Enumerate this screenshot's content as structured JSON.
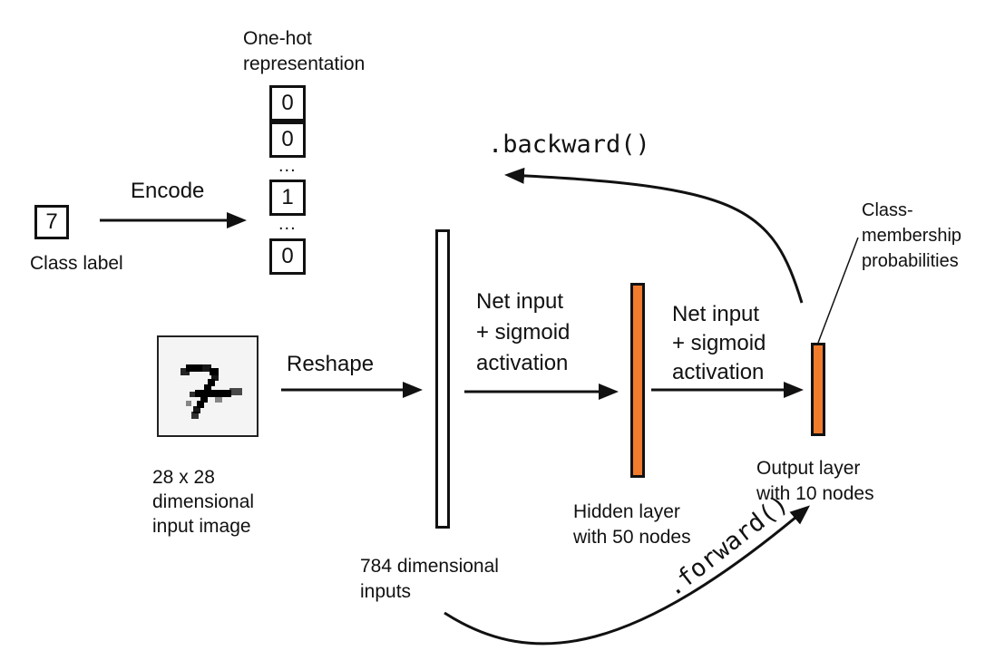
{
  "one_hot": {
    "title_line1": "One-hot",
    "title_line2": "representation",
    "cells": [
      "0",
      "0",
      "1",
      "0"
    ],
    "ellipsis": "..."
  },
  "class_label": {
    "value": "7",
    "caption": "Class label"
  },
  "encode_label": "Encode",
  "reshape_label": "Reshape",
  "input_image": {
    "caption_line1": "28 x 28",
    "caption_line2": "dimensional",
    "caption_line3": "input image"
  },
  "input_layer": {
    "caption_line1": "784 dimensional",
    "caption_line2": "inputs"
  },
  "transform_1": {
    "line1": "Net input",
    "line2": "+ sigmoid",
    "line3": "activation"
  },
  "transform_2": {
    "line1": "Net input",
    "line2": "+ sigmoid",
    "line3": "activation"
  },
  "hidden_layer": {
    "caption_line1": "Hidden layer",
    "caption_line2": "with 50 nodes"
  },
  "output_layer": {
    "caption_line1": "Output layer",
    "caption_line2": "with 10 nodes"
  },
  "probabilities": {
    "line1": "Class-",
    "line2": "membership",
    "line3": "probabilities"
  },
  "backward_label": ".backward()",
  "forward_label": ".forward()",
  "colors": {
    "layer_fill": "#f07b2c",
    "ink": "#111111"
  }
}
